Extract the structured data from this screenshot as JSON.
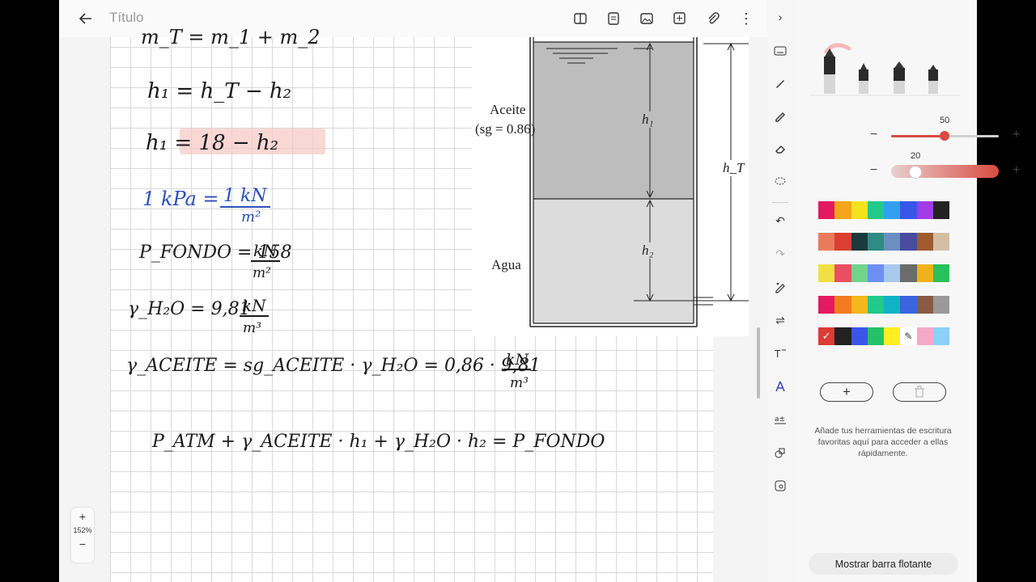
{
  "header": {
    "title": "Título",
    "icons": [
      "back-arrow-icon",
      "book-icon",
      "page-icon",
      "image-icon",
      "insert-icon",
      "attach-icon",
      "more-icon"
    ]
  },
  "notes": {
    "line0": "m_T = m_1 + m_2",
    "line1": "h₁ = h_T − h₂",
    "line2": "h₁ = 18 − h₂",
    "line3_left": "1 kPa =",
    "line3_num": "1 kN",
    "line3_den": "m²",
    "line4_left": "P_FONDO = 158",
    "line4_num": "kN",
    "line4_den": "m²",
    "line5_left": "γ_H₂O = 9,81",
    "line5_num": "kN",
    "line5_den": "m³",
    "line6": "γ_ACEITE = sg_ACEITE · γ_H₂O = 0,86 · 9,81",
    "line6_num": "kN",
    "line6_den": "m³",
    "line7": "P_ATM + γ_ACEITE · h₁ + γ_H₂O · h₂ = P_FONDO"
  },
  "diagram": {
    "oil_label": "Aceite",
    "oil_sg": "(sg = 0.86)",
    "water_label": "Agua",
    "h1": "h₁",
    "h2": "h₂",
    "hT": "h_T"
  },
  "zoom": {
    "plus": "+",
    "level": "152%",
    "minus": "−"
  },
  "pen_panel": {
    "size_value": "50",
    "opacity_value": "20",
    "add_label": "+",
    "hint": "Añade tus herramientas de escritura favoritas aquí para acceder a ellas rápidamente.",
    "floating_button": "Mostrar barra flotante",
    "swatch_rows": [
      [
        "#e5195f",
        "#f5a41b",
        "#f4e21f",
        "#22c98a",
        "#33a0ef",
        "#3a56e8",
        "#a23be8",
        "#222222"
      ],
      [
        "#e97b5c",
        "#db3f31",
        "#1b3a40",
        "#2e8c84",
        "#6a8fc1",
        "#4a4aa0",
        "#a05c2e",
        "#d4bfa5"
      ],
      [
        "#f1e044",
        "#e94f63",
        "#71d48b",
        "#6d8ff2",
        "#a9c8ee",
        "#6c6c6c",
        "#f0b21a",
        "#2ac15a"
      ],
      [
        "#e5195f",
        "#f47b20",
        "#f5b81c",
        "#22c98a",
        "#0fb3c8",
        "#3b64e0",
        "#8a5a44",
        "#9a9a9a"
      ],
      [
        "#dd3b33",
        "#222222",
        "#3a56e8",
        "#23c26a",
        "#ffee22",
        "#ffffff",
        "#f4a9c8",
        "#8ad1f5"
      ]
    ]
  }
}
